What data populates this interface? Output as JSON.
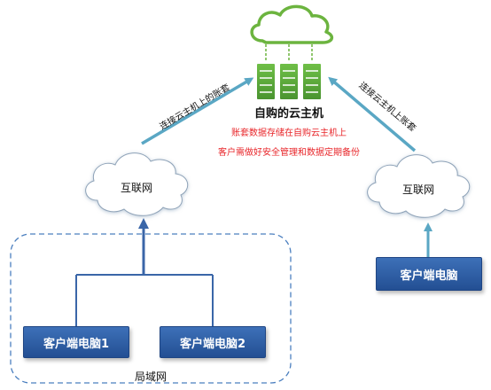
{
  "cloud_host": {
    "title": "自购的云主机",
    "note_line1": "账套数据存储在自购云主机上",
    "note_line2": "客户需做好安全管理和数据定期备份"
  },
  "arrows": {
    "left_label": "连接云主机上的账套",
    "right_label": "连接云主机上账套"
  },
  "internet_left": {
    "label": "互联网"
  },
  "internet_right": {
    "label": "互联网"
  },
  "lan": {
    "label": "局域网",
    "client1": "客户端电脑1",
    "client2": "客户端电脑2"
  },
  "remote_client": {
    "label": "客户端电脑"
  },
  "colors": {
    "cloud_icon": "#6cb43f",
    "server": "#5aa83a",
    "note_red": "#e8262a",
    "arrow_teal": "#5aa7c4",
    "arrow_blue": "#3a66a8",
    "box_blue": "#2f5fa6",
    "lan_border": "#4b7fbf"
  }
}
